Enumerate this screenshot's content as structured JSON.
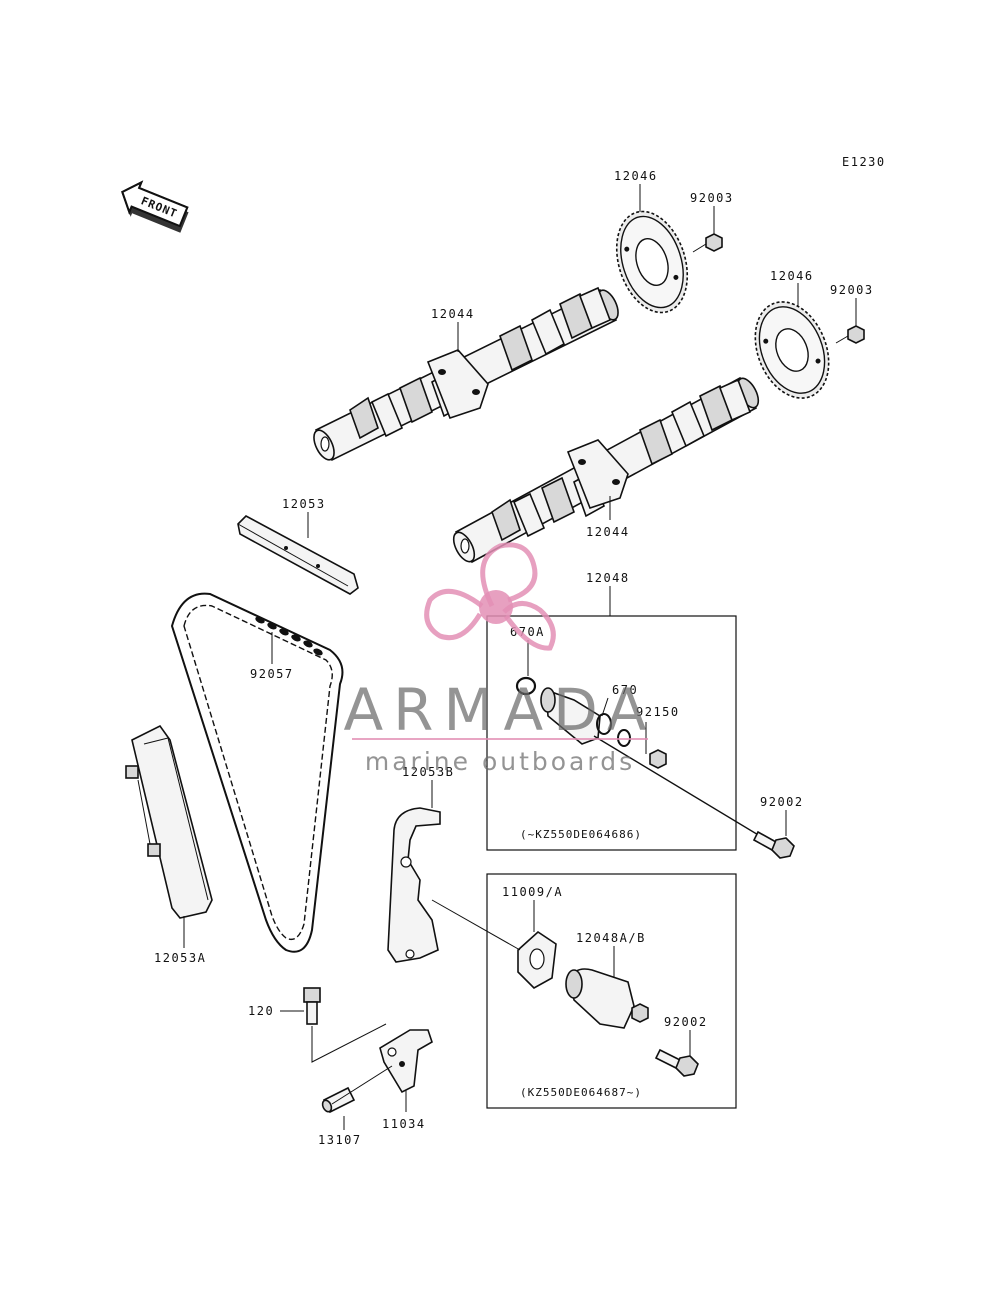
{
  "diagram_code": "E1230",
  "front_label": "FRONT",
  "parts": {
    "sprocket_left": "12046",
    "bolt_left": "92003",
    "sprocket_right": "12046",
    "bolt_right": "92003",
    "camshaft_upper": "12044",
    "camshaft_lower": "12044",
    "guide_top": "12053",
    "chain": "92057",
    "tensioner_assy": "12048",
    "oring_a": "670A",
    "oring": "670",
    "bolt_small": "92150",
    "bolt_long": "92002",
    "guide_rear": "12053B",
    "guide_front": "12053A",
    "gasket": "11009/A",
    "tensioner_new": "12048A/B",
    "bolt_new": "92002",
    "bolt_120": "120",
    "bracket": "11034",
    "pin": "13107"
  },
  "notes": {
    "box_top": "(~KZ550DE064686)",
    "box_bottom": "(KZ550DE064687~)"
  },
  "watermark": {
    "brand": "ARMADA",
    "tagline": "marine outboards",
    "accent_color": "#e38fb5"
  }
}
